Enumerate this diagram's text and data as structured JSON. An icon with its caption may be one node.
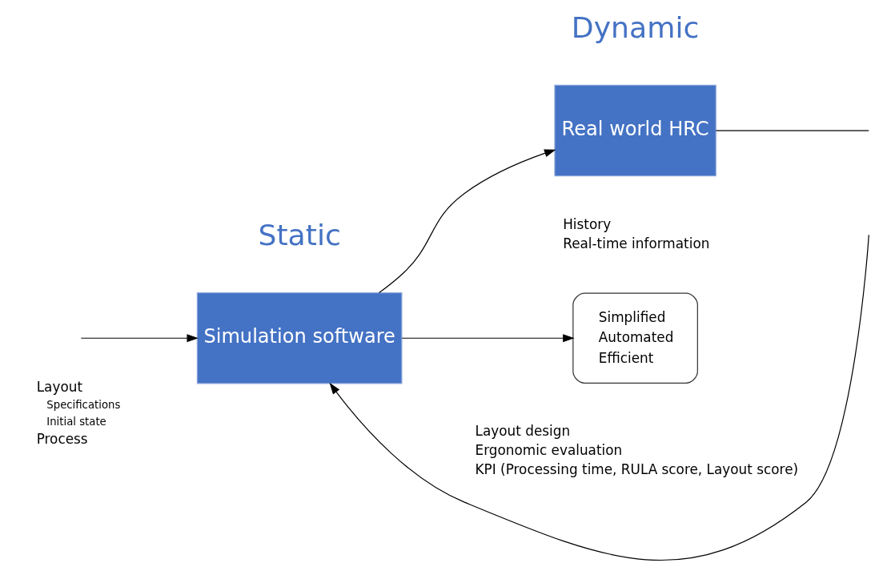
{
  "diagram": {
    "nodes": [
      {
        "text": [
          "Simulation software"
        ]
      },
      {
        "text": [
          "Real world HRC"
        ]
      },
      {
        "text": [
          "Simplified",
          "Automated",
          "Efficient"
        ]
      }
    ],
    "edges": [
      {
        "from": null,
        "to": 0,
        "arrow": "to"
      },
      {
        "from": 0,
        "to": 1,
        "arrow": "to"
      },
      {
        "from": 1,
        "to": null,
        "arrow": "none"
      },
      {
        "from": null,
        "to": 0,
        "arrow": "to"
      },
      {
        "from": 0,
        "to": 2,
        "arrow": "to"
      }
    ],
    "labels": [
      "Static",
      "Dynamic",
      "History",
      "Real-time information",
      "Layout",
      "Specifications",
      "Initial state",
      "Process",
      "Layout design",
      "Ergonomic evaluation",
      "KPI (Processing time, RULA score, Layout score)"
    ]
  }
}
